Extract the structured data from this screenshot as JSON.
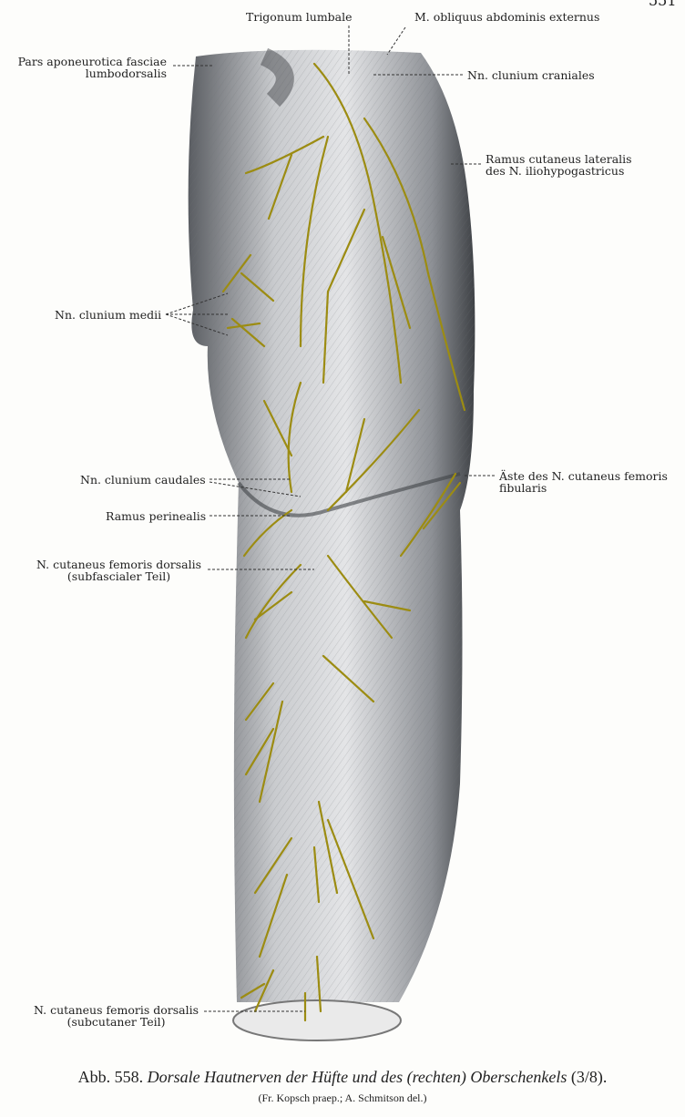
{
  "page_number": "551",
  "labels": {
    "trigonum": "Trigonum lumbale",
    "obliquus": "M. obliquus abdominis externus",
    "pars1": "Pars aponeurotica fasciae",
    "pars2": "lumbodorsalis",
    "craniales": "Nn. clunium craniales",
    "ramus_lat1": "Ramus cutaneus lateralis",
    "ramus_lat2": "des N. iliohypogastricus",
    "medii": "Nn. clunium medii",
    "caudales": "Nn. clunium caudales",
    "aeste1": "Äste des N. cutaneus femoris",
    "aeste2": "fibularis",
    "perinealis": "Ramus perinealis",
    "subfasc1": "N. cutaneus femoris dorsalis",
    "subfasc2": "(subfascialer Teil)",
    "subcut1": "N. cutaneus femoris dorsalis",
    "subcut2": "(subcutaner Teil)"
  },
  "caption": {
    "number": "Abb. 558.",
    "title": "Dorsale Hautnerven der Hüfte und des (rechten) Oberschenkels",
    "scale": "(3/8).",
    "credit": "(Fr. Kopsch praep.; A. Schmitson del.)"
  },
  "colors": {
    "nerve": "#9c8c12",
    "muscle": "#8a8d92",
    "muscle_dark": "#4e5156"
  }
}
